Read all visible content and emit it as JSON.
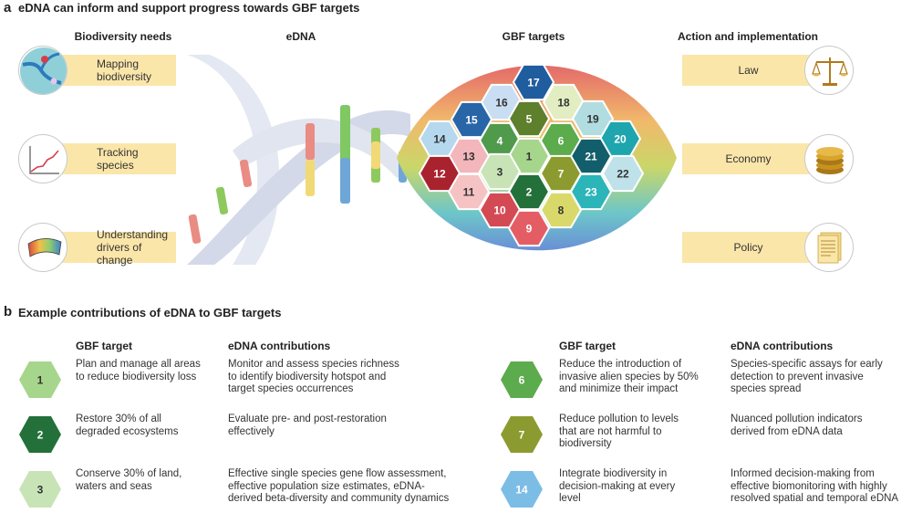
{
  "panel_a": {
    "letter": "a",
    "title": "eDNA can inform and support progress towards GBF targets",
    "col_needs": "Biodiversity needs",
    "col_edna": "eDNA",
    "col_gbf": "GBF targets",
    "col_action": "Action and implementation",
    "needs": [
      {
        "line1": "Mapping",
        "line2": "biodiversity",
        "icon": "map-icon"
      },
      {
        "line1": "Tracking",
        "line2": "species",
        "icon": "line-chart-icon"
      },
      {
        "line1": "Understanding",
        "line2": "drivers of change",
        "icon": "gradient-arc-icon"
      }
    ],
    "actions": [
      {
        "label": "Law",
        "icon": "scales-icon"
      },
      {
        "label": "Economy",
        "icon": "coins-icon"
      },
      {
        "label": "Policy",
        "icon": "document-icon"
      }
    ],
    "hexes": [
      {
        "n": "17",
        "color": "#1f5d9e",
        "text": "#ffffff"
      },
      {
        "n": "16",
        "color": "#c9def2",
        "text": "#333333"
      },
      {
        "n": "18",
        "color": "#e3edc2",
        "text": "#333333"
      },
      {
        "n": "15",
        "color": "#2866a8",
        "text": "#ffffff"
      },
      {
        "n": "5",
        "color": "#5e7f2c",
        "text": "#ffffff"
      },
      {
        "n": "19",
        "color": "#b2dde0",
        "text": "#333333"
      },
      {
        "n": "14",
        "color": "#b6d8ef",
        "text": "#333333"
      },
      {
        "n": "4",
        "color": "#4f9a4b",
        "text": "#ffffff"
      },
      {
        "n": "6",
        "color": "#5cab4d",
        "text": "#ffffff"
      },
      {
        "n": "20",
        "color": "#1fa5ad",
        "text": "#ffffff"
      },
      {
        "n": "13",
        "color": "#f2b6bb",
        "text": "#333333"
      },
      {
        "n": "1",
        "color": "#a6d68c",
        "text": "#333333"
      },
      {
        "n": "21",
        "color": "#135e6b",
        "text": "#ffffff"
      },
      {
        "n": "12",
        "color": "#a9232e",
        "text": "#ffffff"
      },
      {
        "n": "3",
        "color": "#c8e4b6",
        "text": "#333333"
      },
      {
        "n": "7",
        "color": "#8c9b2f",
        "text": "#ffffff"
      },
      {
        "n": "22",
        "color": "#bfe1ea",
        "text": "#333333"
      },
      {
        "n": "11",
        "color": "#f6c3c4",
        "text": "#333333"
      },
      {
        "n": "2",
        "color": "#24703a",
        "text": "#ffffff"
      },
      {
        "n": "23",
        "color": "#2bb5b8",
        "text": "#ffffff"
      },
      {
        "n": "10",
        "color": "#d44a54",
        "text": "#ffffff"
      },
      {
        "n": "8",
        "color": "#d8d96a",
        "text": "#333333"
      },
      {
        "n": "9",
        "color": "#e55d64",
        "text": "#ffffff"
      }
    ]
  },
  "panel_b": {
    "letter": "b",
    "title": "Example contributions of eDNA to GBF targets",
    "head_gbf": "GBF target",
    "head_edna": "eDNA contributions",
    "left": [
      {
        "n": "1",
        "color": "#a6d68c",
        "text_color": "#333333",
        "target": [
          "Plan and manage all areas",
          "to reduce biodiversity loss"
        ],
        "edna": [
          "Monitor and assess species richness",
          "to identify biodiversity hotspot and",
          "target species occurrences"
        ]
      },
      {
        "n": "2",
        "color": "#24703a",
        "text_color": "#ffffff",
        "target": [
          "Restore 30% of all",
          "degraded ecosystems"
        ],
        "edna": [
          "Evaluate pre- and post-restoration",
          "effectively"
        ]
      },
      {
        "n": "3",
        "color": "#c8e4b6",
        "text_color": "#333333",
        "target": [
          "Conserve 30% of land,",
          "waters and seas"
        ],
        "edna": [
          "Effective single species gene flow assessment,",
          "effective population size estimates, eDNA-",
          "derived beta-diversity and community dynamics"
        ]
      }
    ],
    "right": [
      {
        "n": "6",
        "color": "#5cab4d",
        "text_color": "#ffffff",
        "target": [
          "Reduce the introduction of",
          "invasive alien species by 50%",
          "and minimize their impact"
        ],
        "edna": [
          "Species-specific assays for early",
          "detection to prevent invasive",
          "species spread"
        ]
      },
      {
        "n": "7",
        "color": "#8c9b2f",
        "text_color": "#ffffff",
        "target": [
          "Reduce pollution to levels",
          "that are not harmful to",
          "biodiversity"
        ],
        "edna": [
          "Nuanced pollution indicators",
          "derived from eDNA data"
        ]
      },
      {
        "n": "14",
        "color": "#7cbde6",
        "text_color": "#ffffff",
        "target": [
          "Integrate biodiversity in",
          "decision-making at every",
          "level"
        ],
        "edna": [
          "Informed decision-making from",
          "effective biomonitoring with highly",
          "resolved spatial and temporal eDNA"
        ]
      }
    ]
  }
}
